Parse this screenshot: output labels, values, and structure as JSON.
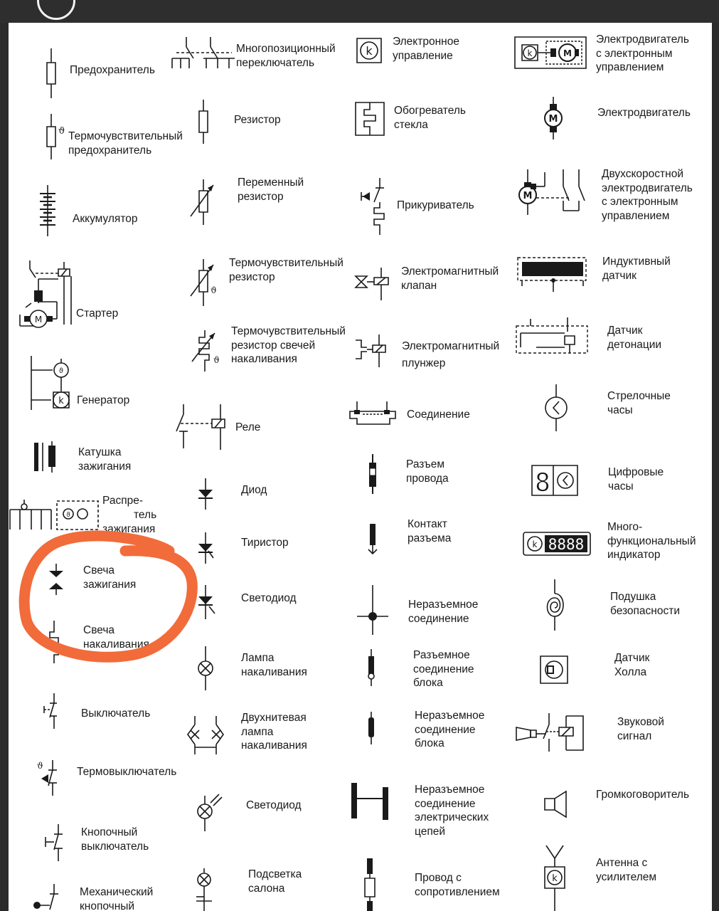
{
  "symbols": {
    "fuse": "Предохранитель",
    "multi_switch": "Многопозиционный\nпереключатель",
    "electronic_control": "Электронное\nуправление",
    "electronic_motor": "Электродвигатель\nс электронным\nуправлением",
    "thermal_fuse": "Термочувствительный\nпредохранитель",
    "resistor": "Резистор",
    "glass_heater": "Обогреватель\nстекла",
    "motor": "Электродвигатель",
    "battery": "Аккумулятор",
    "variable_resistor": "Переменный\nрезистор",
    "cigarette_lighter": "Прикуриватель",
    "two_speed_motor": "Двухскоростной\nэлектродвигатель\nс электронным\nуправлением",
    "starter": "Стартер",
    "thermistor": "Термочувствительный\nрезистор",
    "solenoid_valve": "Электромагнитный\nклапан",
    "inductive_sensor": "Индуктивный\nдатчик",
    "glow_thermistor": "Термочувствительный\nрезистор свечей\nнакаливания",
    "solenoid_plunger_1": "Электромагнитный",
    "solenoid_plunger_2": "плунжер",
    "knock_sensor": "Датчик\nдетонации",
    "generator": "Генератор",
    "connection": "Соединение",
    "analog_clock": "Стрелочные\nчасы",
    "relay": "Реле",
    "ignition_coil": "Катушка\nзажигания",
    "wire_connector": "Разъем\nпровода",
    "digital_clock": "Цифровые\nчасы",
    "distributor_1": "Распре-",
    "distributor_2": "тель",
    "distributor_3": "зажигания",
    "diode": "Диод",
    "connector_contact": "Контакт\nразъема",
    "multi_indicator": "Много-\nфункциональный\nиндикатор",
    "thyristor": "Тиристор",
    "spark_plug": "Свеча\nзажигания",
    "led_1": "Светодиод",
    "permanent_joint": "Неразъемное\nсоединение",
    "airbag": "Подушка\nбезопасности",
    "glow_plug": "Свеча\nнакаливания",
    "incandescent_lamp": "Лампа\nнакаливания",
    "block_connector": "Разъемное\nсоединение\nблока",
    "hall_sensor": "Датчик\nХолла",
    "switch": "Выключатель",
    "dual_filament_lamp": "Двухнитевая\nлампа\nнакаливания",
    "block_permanent": "Неразъемное\nсоединение\nблока",
    "horn": "Звуковой\nсигнал",
    "thermo_switch": "Термовыключатель",
    "led_2": "Светодиод",
    "circuit_permanent": "Неразъемное\nсоединение\nэлектрических\nцепей",
    "loudspeaker": "Громкоговоритель",
    "push_button": "Кнопочный\nвыключатель",
    "interior_light": "Подсветка\nсалона",
    "resistive_wire": "Провод с\nсопротивлением",
    "antenna_amp": "Антенна с\nусилителем",
    "mechanical_button": "Механический\nкнопочный"
  },
  "glyphs": {
    "k": "k",
    "m": "M",
    "theta": "ϑ",
    "eight": "8",
    "digits": "8888"
  },
  "colors": {
    "annotation": "#f26b3a",
    "ink": "#1a1a1a",
    "background": "#ffffff"
  }
}
